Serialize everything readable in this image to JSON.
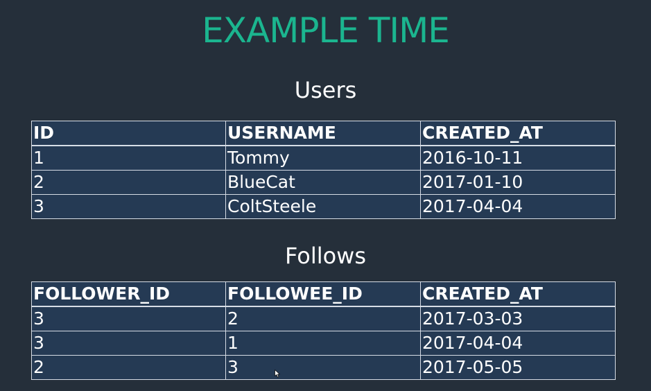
{
  "title": "EXAMPLE TIME",
  "users": {
    "heading": "Users",
    "columns": [
      "ID",
      "USERNAME",
      "CREATED_AT"
    ],
    "rows": [
      [
        "1",
        "Tommy",
        "2016-10-11"
      ],
      [
        "2",
        "BlueCat",
        "2017-01-10"
      ],
      [
        "3",
        "ColtSteele",
        "2017-04-04"
      ]
    ]
  },
  "follows": {
    "heading": "Follows",
    "columns": [
      "FOLLOWER_ID",
      "FOLLOWEE_ID",
      "CREATED_AT"
    ],
    "rows": [
      [
        "3",
        "2",
        "2017-03-03"
      ],
      [
        "3",
        "1",
        "2017-04-04"
      ],
      [
        "2",
        "3",
        "2017-05-05"
      ]
    ]
  },
  "colors": {
    "background": "#252f3a",
    "title": "#1bb58f",
    "table_background": "#253a54",
    "table_border": "#d7dde6"
  },
  "icons": {
    "cursor": "mouse-pointer-icon"
  }
}
